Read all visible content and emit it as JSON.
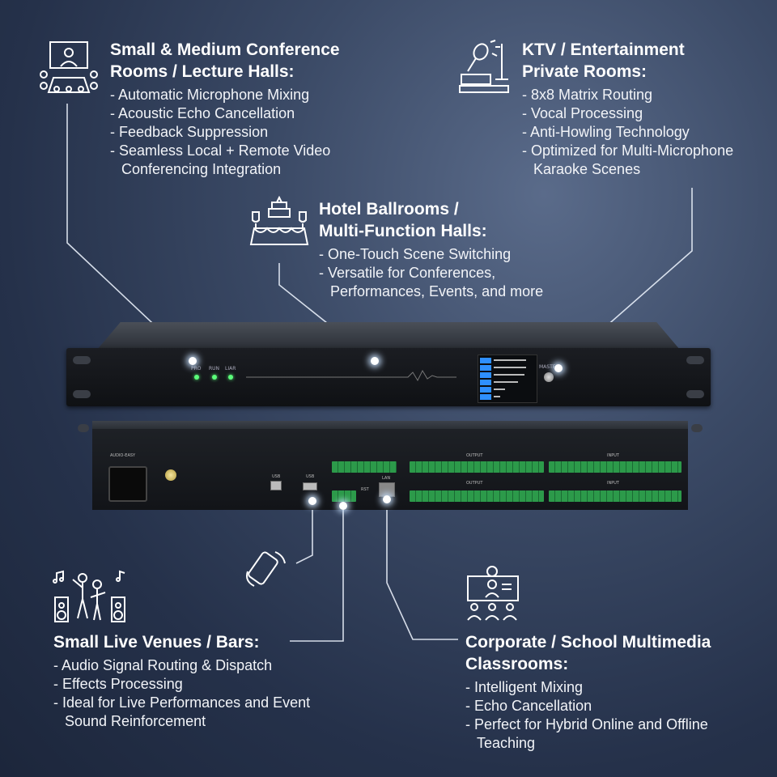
{
  "sections": {
    "conference": {
      "title": [
        "Small & Medium Conference",
        "Rooms / Lecture Halls:"
      ],
      "features": [
        "Automatic Microphone Mixing",
        "Acoustic Echo Cancellation",
        "Feedback Suppression",
        "Seamless Local + Remote Video Conferencing Integration"
      ],
      "icon": "conference-room-icon"
    },
    "ktv": {
      "title": [
        "KTV / Entertainment",
        "Private Rooms:"
      ],
      "features": [
        "8x8 Matrix Routing",
        "Vocal Processing",
        "Anti-Howling Technology",
        "Optimized for Multi-Microphone Karaoke Scenes"
      ],
      "icon": "microphone-stage-icon"
    },
    "hotel": {
      "title": [
        "Hotel Ballrooms /",
        "Multi-Function Halls:"
      ],
      "features": [
        "One-Touch Scene Switching",
        "Versatile for Conferences, Performances, Events, and more"
      ],
      "icon": "banquet-table-icon"
    },
    "live": {
      "title": [
        "Small Live Venues / Bars:"
      ],
      "features": [
        "Audio Signal Routing & Dispatch",
        "Effects Processing",
        "Ideal for Live Performances and Event Sound Reinforcement"
      ],
      "icon": "live-band-icon"
    },
    "classroom": {
      "title": [
        "Corporate / School Multimedia",
        "Classrooms:"
      ],
      "features": [
        "Intelligent Mixing",
        "Echo Cancellation",
        "Perfect for Hybrid Online and Offline Teaching"
      ],
      "icon": "classroom-icon"
    }
  },
  "device": {
    "front_leds": [
      "PRO",
      "RUN",
      "LIAR"
    ],
    "knob_label": "MASTER",
    "rear_labels": {
      "brand": "AUDIO-EASY",
      "usb1": "USB",
      "usb2": "USB",
      "lan": "LAN",
      "output1": "OUTPUT",
      "output2": "OUTPUT",
      "input1": "INPUT",
      "input2": "INPUT",
      "rst": "RST"
    }
  },
  "colors": {
    "background": "#2c3a55",
    "led": "#5bff7a",
    "accent": "#2e8fff"
  }
}
